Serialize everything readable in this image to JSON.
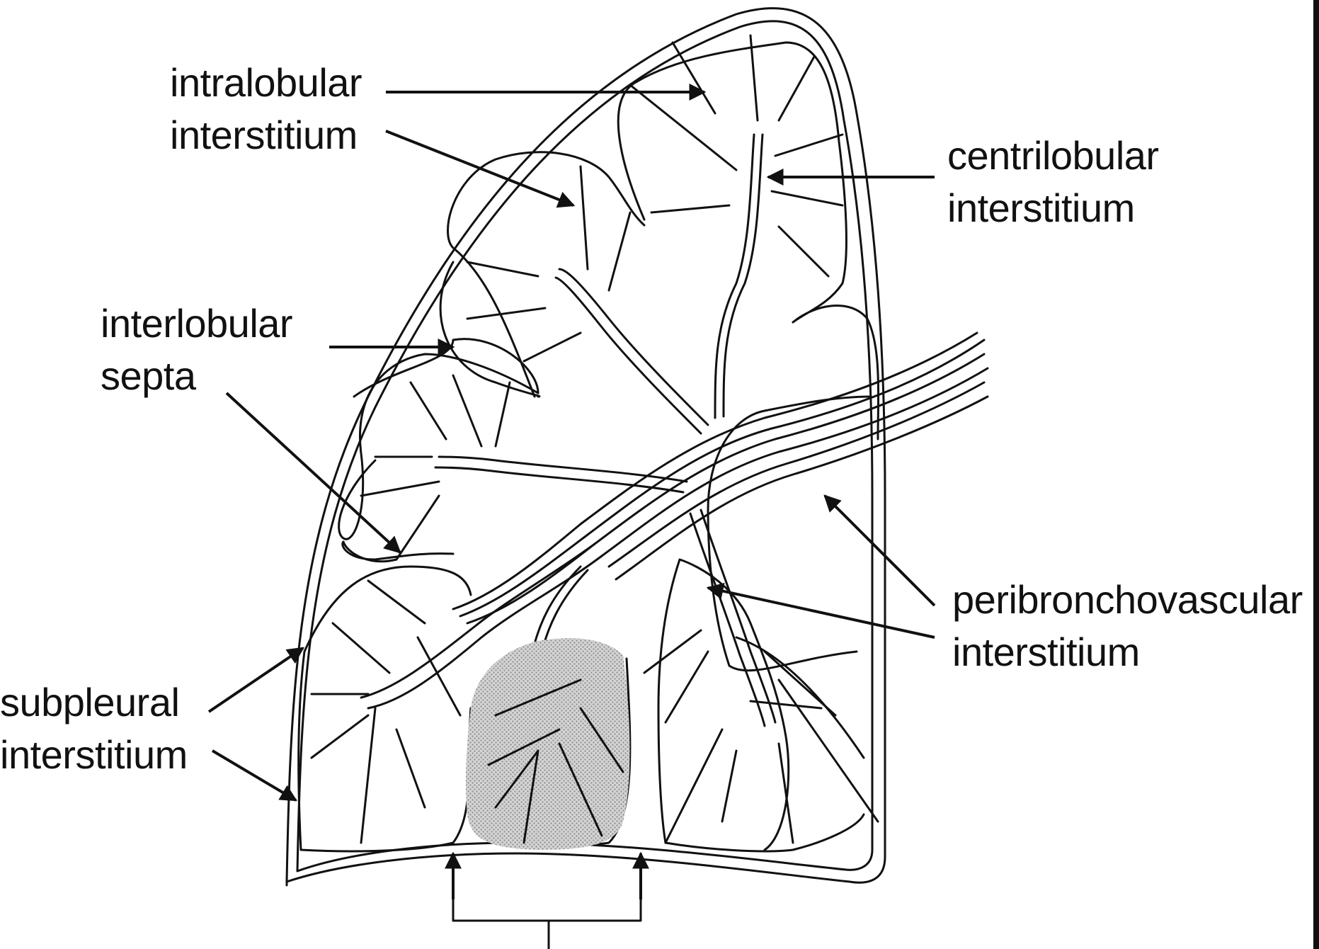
{
  "diagram": {
    "labels": {
      "intralobular": {
        "line1": "intralobular",
        "line2": "interstitium"
      },
      "centrilobular": {
        "line1": "centrilobular",
        "line2": "interstitium"
      },
      "interlobular": {
        "line1": "interlobular",
        "line2": "septa"
      },
      "peribronchovascular": {
        "line1": "peribronchovascular",
        "line2": "interstitium"
      },
      "subpleural": {
        "line1": "subpleural",
        "line2": "interstitium"
      }
    },
    "shaded_lobule_fill": "#c8c8c8",
    "line_color": "#111111"
  }
}
